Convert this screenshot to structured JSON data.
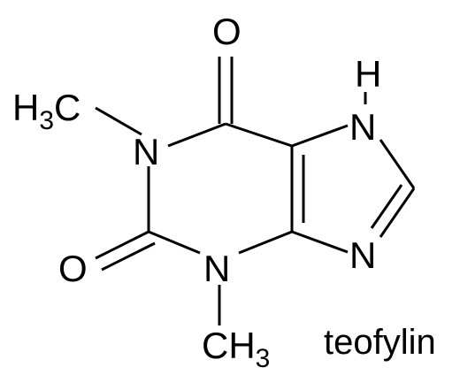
{
  "atoms": {
    "o_top": "O",
    "h_nh": "H",
    "n_top_right": "N",
    "n1": "N",
    "n_bottom_right": "N",
    "o_left": "O",
    "n3": "N",
    "methyl_left_prefix": "H",
    "methyl_left_sub": "3",
    "methyl_left_suffix": "C",
    "methyl_bottom_prefix": "CH",
    "methyl_bottom_sub": "3"
  },
  "caption": "teofylin",
  "colors": {
    "ink": "#000000",
    "background": "#ffffff"
  }
}
